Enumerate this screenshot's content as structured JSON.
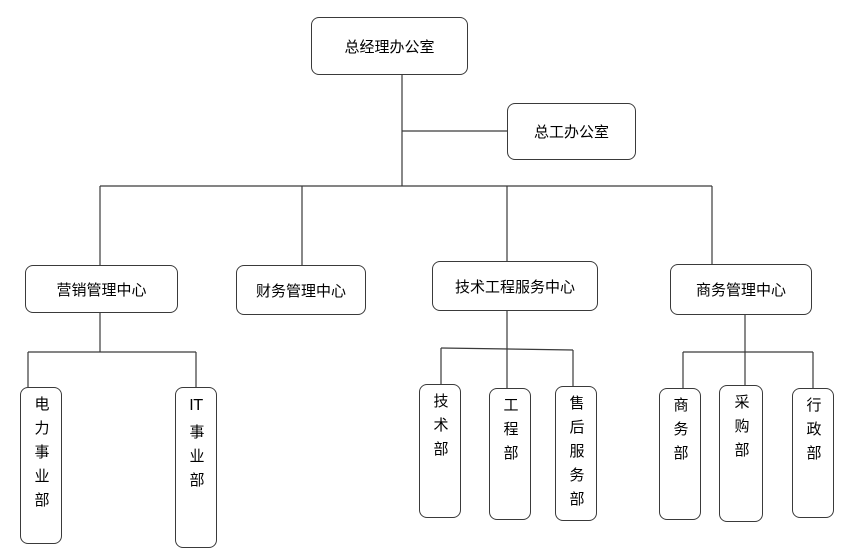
{
  "root": {
    "label": "总经理办公室"
  },
  "staff": {
    "label": "总工办公室"
  },
  "centers": [
    {
      "label": "营销管理中心"
    },
    {
      "label": "财务管理中心"
    },
    {
      "label": "技术工程服务中心"
    },
    {
      "label": "商务管理中心"
    }
  ],
  "departments": {
    "marketing": [
      {
        "label": "电力事业部"
      },
      {
        "label": "IT",
        "label2": "事业部"
      }
    ],
    "tech": [
      {
        "label": "技术部"
      },
      {
        "label": "工程部"
      },
      {
        "label": "售后服务部"
      }
    ],
    "business": [
      {
        "label": "商务部"
      },
      {
        "label": "采购部"
      },
      {
        "label": "行政部"
      }
    ]
  }
}
